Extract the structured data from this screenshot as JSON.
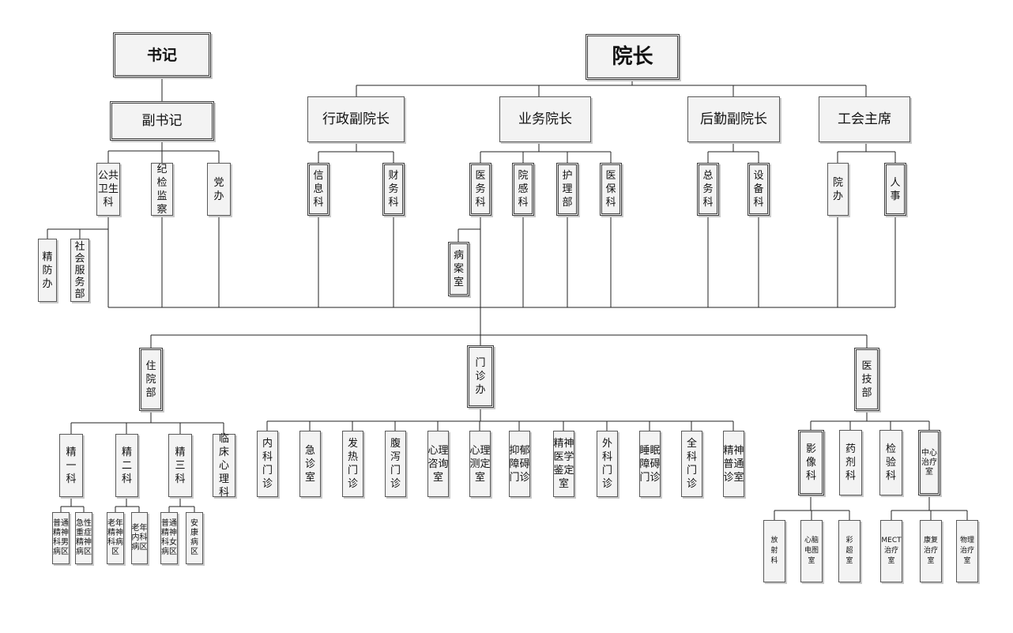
{
  "nodes": {
    "shuji": "书记",
    "yuanzhang": "院长",
    "fushuji": "副书记",
    "xingzheng": "行政副院长",
    "yewu": "业务院长",
    "houqin": "后勤副院长",
    "gonghui": "工会主席",
    "gongwei": "公共\n卫生\n科",
    "jijian": "纪\n检\n监\n察",
    "dangban": "党\n办",
    "jingfang": "精\n防\n办",
    "shehui": "社\n会\n服\n务\n部",
    "xinxi": "信\n息\n科",
    "caiwu": "财\n务\n科",
    "yiwu": "医\n务\n科",
    "yuangan": "院\n感\n科",
    "huli": "护\n理\n部",
    "yibao": "医\n保\n科",
    "bingan": "病\n案\n室",
    "zongwu": "总\n务\n科",
    "shebei": "设\n备\n科",
    "yuanban": "院\n办",
    "renshi": "人\n事",
    "zhuyuan": "住\n院\n部",
    "menzhen": "门\n诊\n办",
    "yiji": "医\n技\n部",
    "jing1": "精\n一\n科",
    "jing2": "精\n二\n科",
    "jing3": "精\n三\n科",
    "linchuang": "临\n床\n心\n理\n科",
    "p1a": "普通\n精神\n科男\n病区",
    "p1b": "急性\n重症\n精神\n病区",
    "p2a": "老年\n精神\n科病\n区",
    "p2b": "老年\n内科\n病区",
    "p3a": "普通\n精神\n科女\n病区",
    "p3b": "安\n康\n病\n区",
    "neike": "内\n科\n门\n诊",
    "jizhen": "急\n诊\n室",
    "fare": "发\n热\n门\n诊",
    "fuxie": "腹\n泻\n门\n诊",
    "zixun": "心理\n咨询\n室",
    "ceding": "心理\n测定\n室",
    "yiyu": "抑郁\n障碍\n门诊",
    "jianding": "精神\n医学\n鉴定\n室",
    "waike": "外\n科\n门\n诊",
    "shuimian": "睡眠\n障碍\n门诊",
    "quanke": "全\n科\n门\n诊",
    "putong": "精神\n普通\n诊室",
    "yingxiang": "影\n像\n科",
    "yaoji": "药\n剂\n科",
    "jianyan": "检\n验\n科",
    "zhiliao": "中心\n治疗\n室",
    "fangshe": "放\n射\n科",
    "xinnao": "心脑\n电图\n室",
    "caichao": "彩\n超\n室",
    "mect": "MECT\n治疗\n室",
    "kangfu": "康复\n治疗\n室",
    "wuli": "物理\n治疗\n室"
  }
}
